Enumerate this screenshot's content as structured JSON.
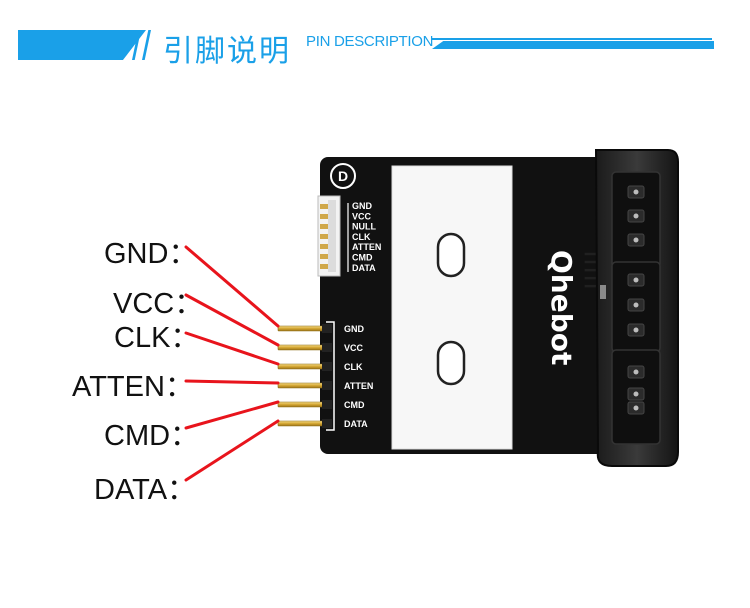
{
  "header": {
    "title": "引脚说明",
    "subtitle": "PIN DESCRIPTION",
    "accent_color": "#1aa0e8"
  },
  "pins": [
    {
      "label": "GND：",
      "board_label": "GND"
    },
    {
      "label": "VCC：",
      "board_label": "VCC"
    },
    {
      "label": "CLK：",
      "board_label": "CLK"
    },
    {
      "label": "ATTEN：",
      "board_label": "ATTEN"
    },
    {
      "label": "CMD：",
      "board_label": "CMD"
    },
    {
      "label": "DATA：",
      "board_label": "DATA"
    }
  ],
  "board": {
    "mark": "D",
    "brand": "Qhebot",
    "connector_labels": [
      "GND",
      "VCC",
      "NULL",
      "CLK",
      "ATTEN",
      "CMD",
      "DATA"
    ],
    "board_color": "#111111",
    "line_color": "#e8141c"
  }
}
